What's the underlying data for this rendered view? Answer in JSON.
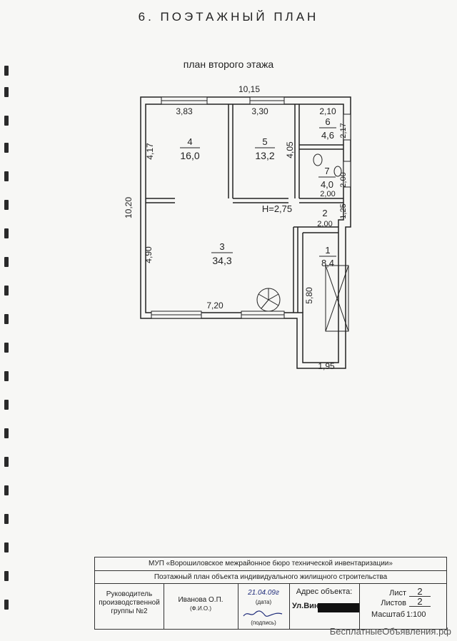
{
  "header": {
    "title": "6. ПОЭТАЖНЫЙ ПЛАН",
    "subtitle": "план второго этажа"
  },
  "dimensions": {
    "overall_width": "10,15",
    "overall_height": "10,20",
    "room4_width": "3,83",
    "room5_width": "3,30",
    "room6_width": "2,10",
    "room6_depth": "2,17",
    "room4_depth": "4,17",
    "room5_depth": "4,05",
    "room7_depth": "2,00",
    "room7_width": "2,00",
    "hall2_width": "2,00",
    "hall2_depth": "1,25",
    "room3_depth": "4,90",
    "room3_width": "7,20",
    "room1_depth": "5,80",
    "room1_width": "1,95",
    "ceiling_height": "H=2,75"
  },
  "rooms": [
    {
      "number": "4",
      "area": "16,0"
    },
    {
      "number": "5",
      "area": "13,2"
    },
    {
      "number": "6",
      "area": "4,6"
    },
    {
      "number": "7",
      "area": "4,0"
    },
    {
      "number": "2",
      "area": ""
    },
    {
      "number": "3",
      "area": "34,3"
    },
    {
      "number": "1",
      "area": "8,4"
    }
  ],
  "stamp": {
    "organization": "МУП «Ворошиловское межрайонное бюро технической инвентаризации»",
    "document_title": "Поэтажный план объекта индивидуального жилищного строительства",
    "position_title": "Руководитель производственной группы №2",
    "person_name": "Иванова О.П.",
    "name_caption": "(Ф.И.О.)",
    "date_value": "21.04.09г",
    "date_caption": "(дата)",
    "signature_caption": "(подпись)",
    "address_label": "Адрес объекта:",
    "address_value": "Ул.Виноградная",
    "sheet_label": "Лист",
    "sheet_value": "2",
    "sheets_label": "Листов",
    "sheets_value": "2",
    "scale_label": "Масштаб",
    "scale_value": "1:100"
  },
  "watermark": "БесплатныеОбъявления.рф"
}
